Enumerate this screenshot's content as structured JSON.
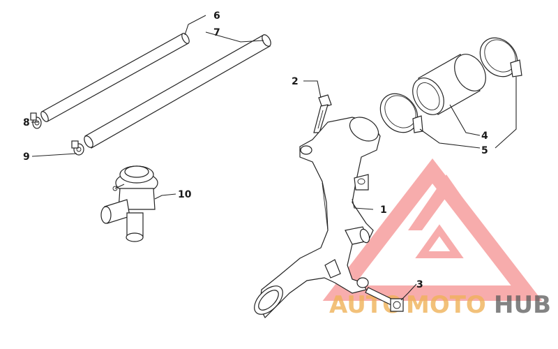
{
  "callouts": [
    {
      "id": "1",
      "part": "coolant-tube"
    },
    {
      "id": "2",
      "part": "bolt"
    },
    {
      "id": "3",
      "part": "bolt"
    },
    {
      "id": "4",
      "part": "hose-sleeve"
    },
    {
      "id": "5",
      "part": "hose-clamp"
    },
    {
      "id": "6",
      "part": "vent-hose"
    },
    {
      "id": "7",
      "part": "vent-hose"
    },
    {
      "id": "8",
      "part": "hose-clip"
    },
    {
      "id": "9",
      "part": "hose-clip"
    },
    {
      "id": "10",
      "part": "valve"
    }
  ],
  "watermark": {
    "word_auto": "AUTO",
    "word_moto": "MOTO",
    "word_hub": "HUB",
    "colors": {
      "triangle": "#f26a6a",
      "auto": "#f0b25a",
      "hub": "#5a5a5a"
    }
  }
}
